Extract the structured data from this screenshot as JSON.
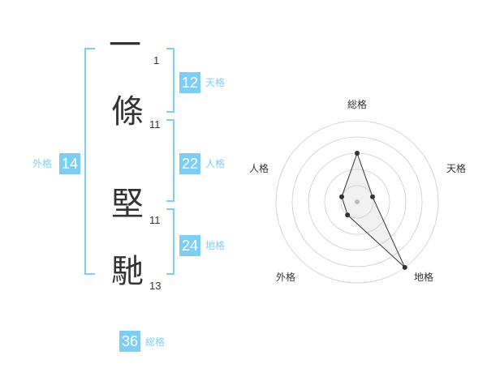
{
  "name_chars": [
    {
      "char": "一",
      "strokes": "1"
    },
    {
      "char": "條",
      "strokes": "11"
    },
    {
      "char": "堅",
      "strokes": "11"
    },
    {
      "char": "馳",
      "strokes": "13"
    }
  ],
  "fortune": {
    "tenkaku": {
      "value": "12",
      "label": "天格"
    },
    "jinkaku": {
      "value": "22",
      "label": "人格"
    },
    "chikaku": {
      "value": "24",
      "label": "地格"
    },
    "gaikaku": {
      "value": "14",
      "label": "外格"
    },
    "soukaku": {
      "value": "36",
      "label": "総格"
    }
  },
  "colors": {
    "accent": "#7ecef4",
    "text": "#333333",
    "grid": "#cccccc"
  },
  "chart_data": {
    "type": "radar",
    "axes": [
      "総格",
      "天格",
      "地格",
      "外格",
      "人格"
    ],
    "values": [
      3,
      1,
      5,
      1,
      1
    ],
    "max": 5,
    "rings": 5
  }
}
